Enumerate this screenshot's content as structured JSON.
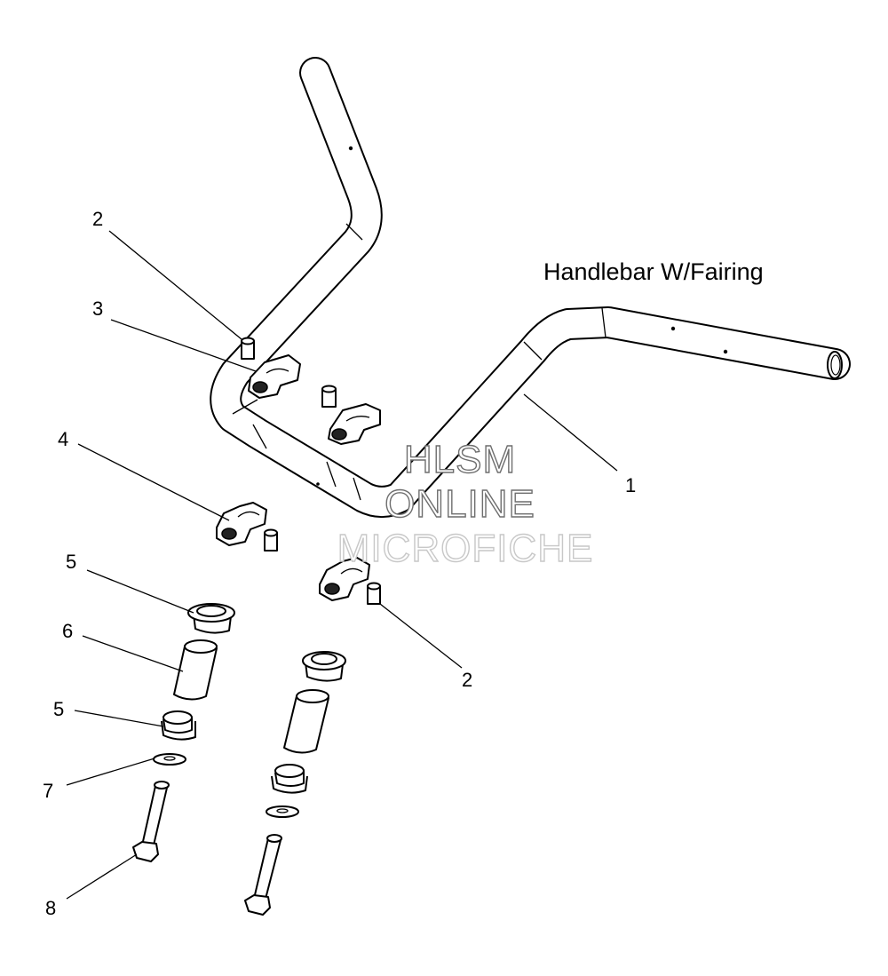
{
  "title": "Handlebar W/Fairing",
  "watermark": {
    "line1": "HLSM",
    "line2": "ONLINE",
    "line3": "MICROFICHE"
  },
  "callouts": [
    {
      "id": "callout-1",
      "text": "1"
    },
    {
      "id": "callout-2-top",
      "text": "2"
    },
    {
      "id": "callout-3",
      "text": "3"
    },
    {
      "id": "callout-4",
      "text": "4"
    },
    {
      "id": "callout-5-top",
      "text": "5"
    },
    {
      "id": "callout-6",
      "text": "6"
    },
    {
      "id": "callout-5-bottom",
      "text": "5"
    },
    {
      "id": "callout-7",
      "text": "7"
    },
    {
      "id": "callout-8",
      "text": "8"
    },
    {
      "id": "callout-2-right",
      "text": "2"
    }
  ]
}
